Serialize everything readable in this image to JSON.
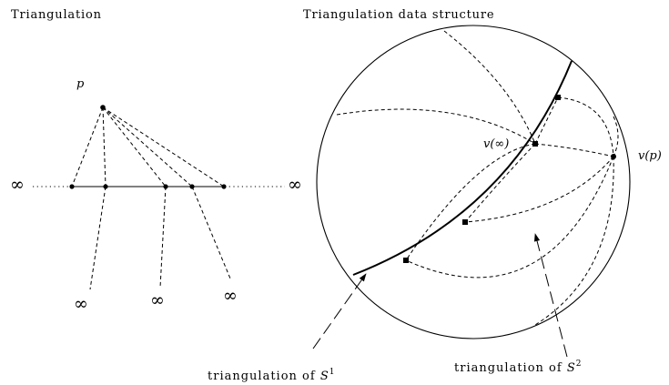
{
  "left_panel": {
    "title": "Triangulation",
    "point_label": "p",
    "infinity": "∞"
  },
  "right_panel": {
    "title": "Triangulation data structure",
    "v_infinity_label": "v(∞)",
    "v_p_label": "v(p)",
    "caption_s1_prefix": "triangulation of ",
    "caption_s2_prefix": "triangulation of ",
    "s_symbol": "S",
    "s1_superscript": "1",
    "s2_superscript": "2"
  },
  "colors": {
    "ink": "#000000",
    "background": "#ffffff"
  }
}
